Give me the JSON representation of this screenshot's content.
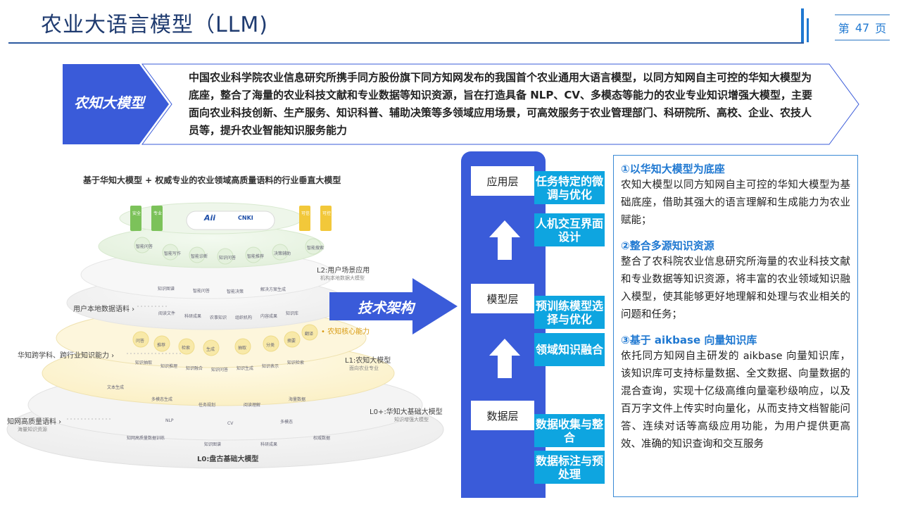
{
  "header": {
    "title": "农业大语言模型（LLM)",
    "page_prefix": "第",
    "page_number": "47",
    "page_suffix": "页"
  },
  "intro": {
    "label": "农知大模型",
    "text": "中国农业科学院农业信息研究所携手同方股份旗下同方知网发布的我国首个农业通用大语言模型，以同方知网自主可控的华知大模型为底座，整合了海量的农业科技文献和专业数据等知识资源，旨在打造具备 NLP、CV、多模态等能力的农业专业知识增强大模型，主要面向农业科技创新、生产服务、知识科普、辅助决策等多领域应用场景，可高效服务于农业管理部门、科研院所、高校、企业、农技人员等，提升农业智能知识服务能力"
  },
  "illustration": {
    "title": "基于华知大模型 + 权威专业的农业领域高质量语料的行业垂直大模型",
    "top_cards": [
      "安全",
      "专业",
      "可信",
      "可控"
    ],
    "logos": [
      "Aii",
      "CNKI"
    ],
    "layer_labels": {
      "l2": "L2:用户场景应用",
      "l2_sub": "机构本地数据大模型",
      "core": "• 农知核心能力",
      "l1": "L1:农知大模型",
      "l1_sub": "面向农业专业",
      "l0plus": "L0+:华知大基础大模型",
      "l0plus_sub": "知识增强大模型",
      "l0": "L0:盘古基础大模型"
    },
    "side_labels": {
      "user_data": "用户本地数据语料 ›",
      "cross_domain": "华知跨学科、跨行业知识能力 ›",
      "cnki_data": "知网高质量语料 ›",
      "cnki_sub": "海量知识资源"
    },
    "row1_chips": [
      "智能问答",
      "智能写作",
      "智能诊断",
      "知识问答",
      "智能推荐",
      "决策辅助",
      "智能搜索"
    ],
    "row2_chips": [
      "知识图谱",
      "智能问答",
      "智能决策",
      "解决方案生成"
    ],
    "row3_chips": [
      "阅读文件",
      "科研成果",
      "农事知识",
      "组织机构",
      "内容成果",
      "知识库"
    ],
    "row4_chips": [
      "问答",
      "推荐",
      "检索",
      "生成",
      "抽取",
      "分类",
      "摘要",
      "翻译"
    ],
    "row5_chips": [
      "知识抽取",
      "知识推理",
      "知识融合",
      "知识问答",
      "知识生成",
      "知识表示",
      "知识检索"
    ],
    "row6_chips": [
      "文本生成",
      "多模态生成",
      "任务规划",
      "阅读理解",
      "海量数据"
    ],
    "row7_chips": [
      "NLP",
      "CV",
      "多模态"
    ],
    "row8_chips": [
      "知网高质量数据训练",
      "知识图谱",
      "科研成果",
      "权威数据"
    ]
  },
  "arrow": {
    "label": "技术架构"
  },
  "architecture": {
    "layers": [
      "应用层",
      "模型层",
      "数据层"
    ],
    "tags": [
      "任务特定的微调与优化",
      "人机交互界面设计",
      "预训练模型选择与优化",
      "领域知识融合",
      "数据收集与整合",
      "数据标注与预处理"
    ]
  },
  "panel": {
    "sections": [
      {
        "heading": "①以华知大模型为底座",
        "body": "农知大模型以同方知网自主可控的华知大模型为基础底座，借助其强大的语言理解和生成能力为农业赋能；"
      },
      {
        "heading": "②整合多源知识资源",
        "body": "整合了农科院农业信息研究所海量的农业科技文献和专业数据等知识资源，将丰富的农业领域知识融入模型，使其能够更好地理解和处理与农业相关的问题和任务；"
      },
      {
        "heading": "③基于 aikbase 向量知识库",
        "body": "依托同方知网自主研发的 aikbase 向量知识库，该知识库可支持标量数据、全文数据、向量数据的混合查询，实现十亿级高维向量毫秒级响应，以及百万字文件上传实时向量化，从而支持文档智能问答、连续对话等高级应用功能，为用户提供更高效、准确的知识查询和交互服务"
      }
    ]
  },
  "colors": {
    "brand_blue": "#3a5bd9",
    "tag_cyan": "#0ea5e0",
    "title_navy": "#1f3b70",
    "accent_blue": "#1f78d1"
  }
}
